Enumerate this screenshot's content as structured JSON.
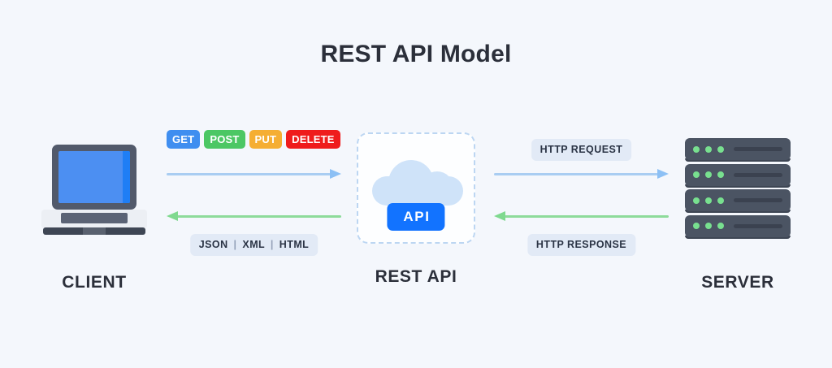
{
  "page": {
    "title": "REST API Model",
    "background_color": "#f4f7fc",
    "text_color": "#2b2f3a"
  },
  "nodes": {
    "client": {
      "label": "CLIENT",
      "icon": "laptop-icon"
    },
    "api": {
      "label": "REST API",
      "badge_text": "API",
      "badge_color": "#1273ff",
      "icon": "cloud-icon",
      "border_color": "#bcd6f2"
    },
    "server": {
      "label": "SERVER",
      "icon": "server-rack-icon",
      "rack_units": 4,
      "leds_per_unit": 3,
      "led_color": "#78e08f"
    }
  },
  "flows": {
    "client_to_api": {
      "request_arrow": {
        "direction": "right",
        "color": "#8cc0f5",
        "name": "http-methods-arrow"
      },
      "response_arrow": {
        "direction": "left",
        "color": "#7fd98f",
        "name": "data-formats-arrow"
      },
      "methods": [
        {
          "label": "GET",
          "color": "#3f8ef0"
        },
        {
          "label": "POST",
          "color": "#4cc764"
        },
        {
          "label": "PUT",
          "color": "#f5ae33"
        },
        {
          "label": "DELETE",
          "color": "#ef1c1c"
        }
      ],
      "formats": {
        "items": [
          "JSON",
          "XML",
          "HTML"
        ],
        "separator": "|"
      }
    },
    "api_to_server": {
      "request_arrow": {
        "direction": "right",
        "color": "#8cc0f5",
        "name": "http-request-arrow"
      },
      "response_arrow": {
        "direction": "left",
        "color": "#7fd98f",
        "name": "http-response-arrow"
      },
      "request_label": "HTTP REQUEST",
      "response_label": "HTTP RESPONSE"
    }
  }
}
